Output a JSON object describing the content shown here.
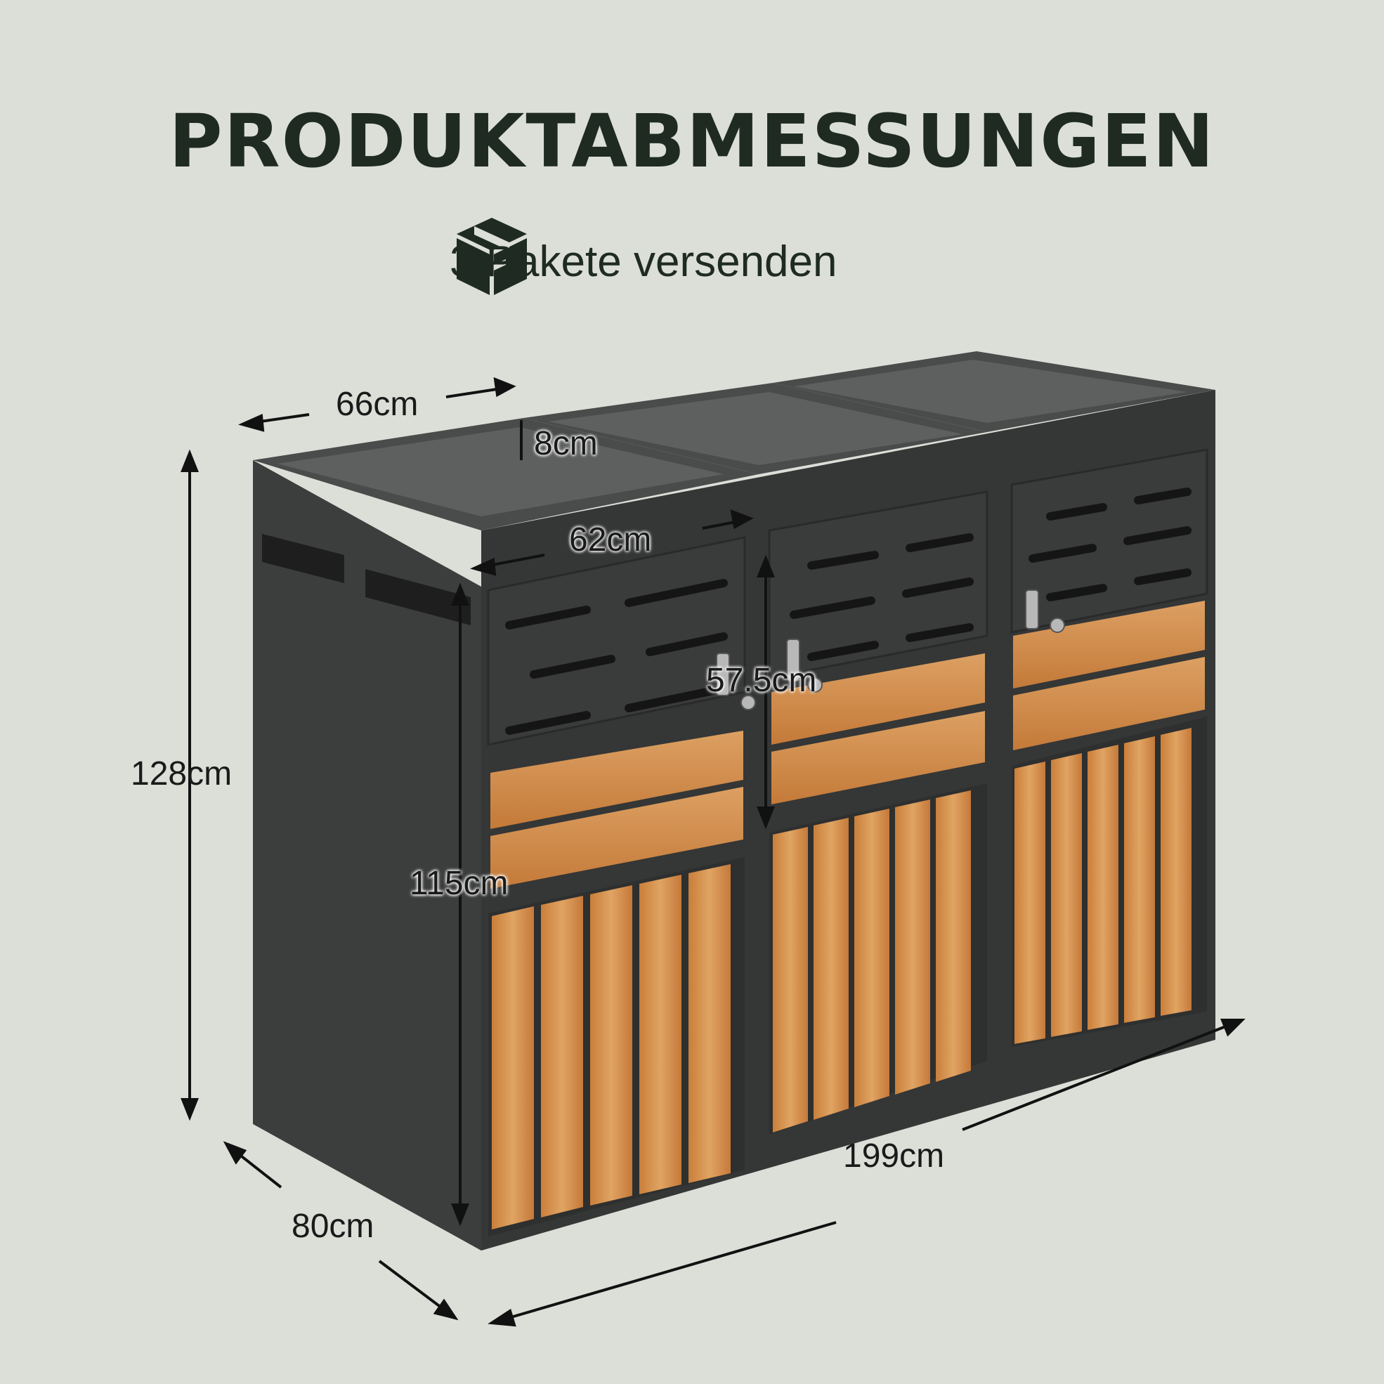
{
  "header": {
    "title": "PRODUKTABMESSUNGEN",
    "package_text": "3 Pakete versenden",
    "package_icon": "box-package-icon"
  },
  "product": {
    "description_icon": "storage-box-illustration",
    "colors": {
      "frame": "#3f4040",
      "wood": "#d4924c",
      "background": "#dcdfd8",
      "text": "#1f2b22"
    }
  },
  "dimensions": {
    "depth_top": "66cm",
    "planter_height": "8cm",
    "inner_width": "62cm",
    "door_height": "57.5cm",
    "front_height": "115cm",
    "total_height": "128cm",
    "total_width": "199cm",
    "depth_bottom": "80cm"
  }
}
